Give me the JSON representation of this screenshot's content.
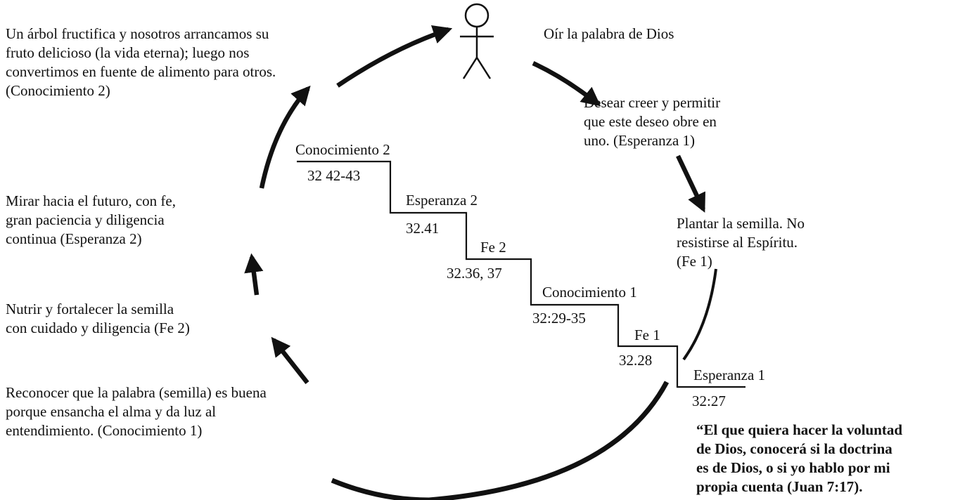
{
  "colors": {
    "ink": "#111111",
    "background": "#ffffff"
  },
  "icons": {
    "person": "stick-figure-icon",
    "arrow": "arrow-icon"
  },
  "blocks": {
    "fruit": "Un árbol fructifica y nosotros arrancamos su\nfruto delicioso (la vida eterna); luego nos\nconvertimos en fuente de alimento para otros.\n(Conocimiento 2)",
    "hear": "Oír la palabra de Dios",
    "desire": "Desear creer y permitir\nque este deseo obre en\nuno. (Esperanza 1)",
    "look": "Mirar hacia el futuro, con fe,\ngran paciencia y diligencia\ncontinua  (Esperanza 2)",
    "plant": "Plantar la semilla. No\nresistirse al Espíritu.\n(Fe 1)",
    "nourish": "Nutrir y fortalecer la semilla\ncon cuidado y diligencia (Fe 2)",
    "recognize": "Reconocer que la palabra (semilla) es buena\nporque ensancha el alma y da luz al\nentendimiento. (Conocimiento 1)",
    "quote": "“El que quiera hacer la voluntad\nde Dios, conocerá si la doctrina\nes de Dios, o si yo hablo por mi\npropia cuenta (Juan 7:17)."
  },
  "steps": [
    {
      "name": "Conocimiento 2",
      "ref": "32 42-43"
    },
    {
      "name": "Esperanza 2",
      "ref": "32.41"
    },
    {
      "name": "Fe 2",
      "ref": "32.36, 37"
    },
    {
      "name": "Conocimiento 1",
      "ref": "32:29-35"
    },
    {
      "name": "Fe 1",
      "ref": "32.28"
    },
    {
      "name": "Esperanza 1",
      "ref": "32:27"
    }
  ]
}
